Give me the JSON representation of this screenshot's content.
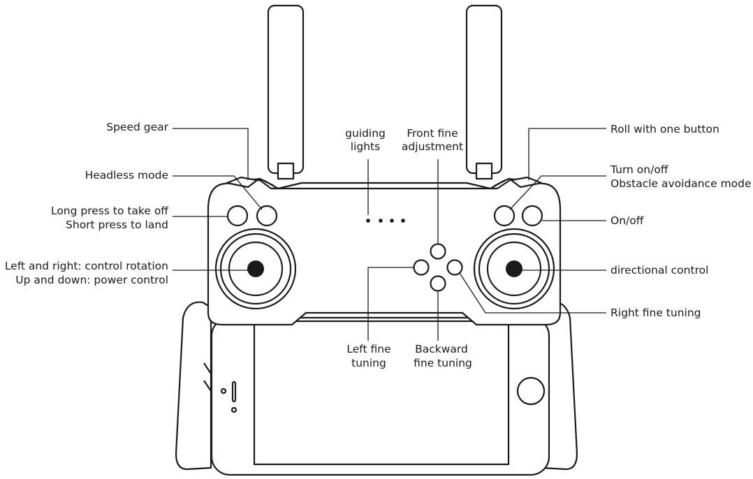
{
  "labels": {
    "speed_gear": "Speed gear",
    "headless_mode": "Headless mode",
    "takeoff_1": "Long press to take off",
    "takeoff_2": "Short press to land",
    "rotation_1": "Left and right: control rotation",
    "rotation_2": "Up and down: power control",
    "guiding_1": "guiding",
    "guiding_2": "lights",
    "front_1": "Front fine",
    "front_2": "adjustment",
    "roll": "Roll with one button",
    "obstacle_1": "Turn on/off",
    "obstacle_2": "Obstacle avoidance mode",
    "onoff": "On/off",
    "directional": "directional control",
    "right_fine": "Right fine tuning",
    "left_fine_1": "Left fine",
    "left_fine_2": "tuning",
    "backward_1": "Backward",
    "backward_2": "fine tuning"
  },
  "colors": {
    "ink": "#1a1a1a",
    "paper": "#ffffff"
  }
}
